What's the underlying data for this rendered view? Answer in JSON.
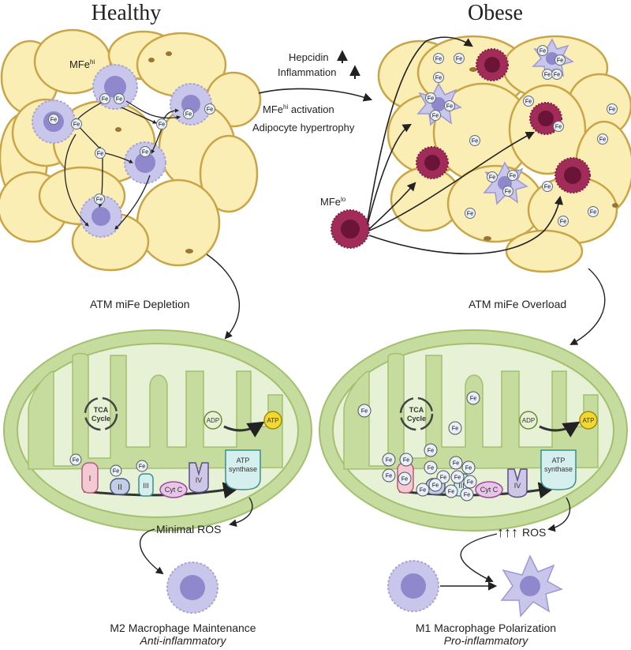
{
  "titles": {
    "healthy": "Healthy",
    "obese": "Obese"
  },
  "fe_label": "Fe",
  "top_arrow": {
    "hepcidin": "Hepcidin",
    "inflammation": "Inflammation",
    "activation": "MFe",
    "activation_sup": "hi",
    "activation_suffix": " activation",
    "hypertrophy": "Adipocyte hypertrophy"
  },
  "mfe_hi": {
    "base": "MFe",
    "sup": "hi"
  },
  "mfe_lo": {
    "base": "MFe",
    "sup": "lo"
  },
  "flows": {
    "healthy": "ATM miFe Depletion",
    "obese": "ATM miFe Overload"
  },
  "mito": {
    "tca": "TCA",
    "cycle": "Cycle",
    "complex_i": "I",
    "complex_ii": "II",
    "complex_iii": "III",
    "complex_iv": "IV",
    "cytc": "Cyt C",
    "adp": "ADP",
    "atp": "ATP",
    "atp_synthase_1": "ATP",
    "atp_synthase_2": "synthase"
  },
  "ros": {
    "healthy": "Minimal ROS",
    "obese_arrows": "↑↑↑",
    "obese": "ROS"
  },
  "outcomes": {
    "healthy_title": "M2 Macrophage Maintenance",
    "healthy_sub": "Anti-inflammatory",
    "obese_title": "M1 Macrophage Polarization",
    "obese_sub": "Pro-inflammatory"
  },
  "colors": {
    "adipocyte_fill": "#fbeeb4",
    "adipocyte_stroke": "#c9a548",
    "macrophage": "#c8c6ea",
    "macrophage_nucleus": "#8f88cc",
    "m1_macrophage": "#a12c5a",
    "mito_outer": "#c5dc9e",
    "mito_inner": "#e7f1d5",
    "atp": "#f2d92e",
    "complex_i": "#f3c9d3",
    "complex_ii": "#c3cde5",
    "cytc": "#e8c6e8",
    "complex_iv": "#cfc7e6",
    "atp_synthase": "#d5eeee"
  }
}
